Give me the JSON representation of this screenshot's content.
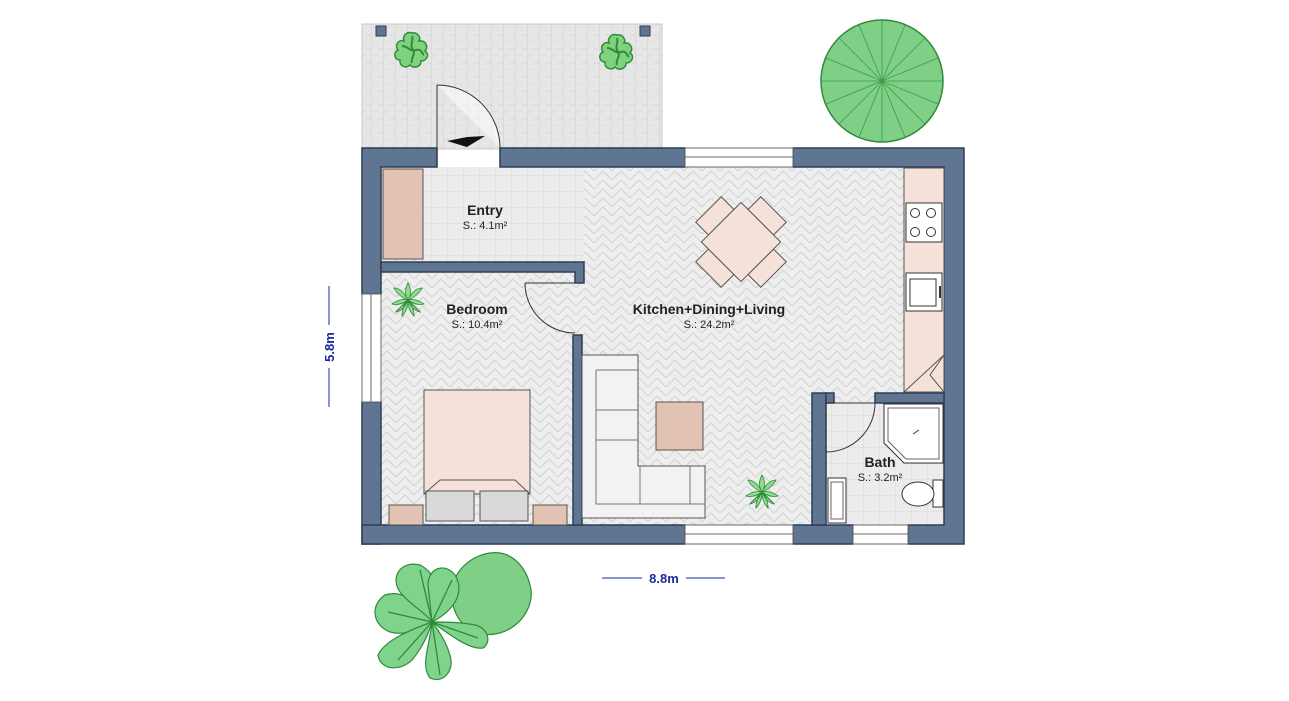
{
  "rooms": {
    "entry": {
      "name": "Entry",
      "area": "S.: 4.1m²"
    },
    "bedroom": {
      "name": "Bedroom",
      "area": "S.: 10.4m²"
    },
    "kitchen": {
      "name": "Kitchen+Dining+Living",
      "area": "S.: 24.2m²"
    },
    "bath": {
      "name": "Bath",
      "area": "S.: 3.2m²"
    }
  },
  "dimensions": {
    "width": "8.8m",
    "height": "5.8m"
  },
  "colors": {
    "wall": "#5f7592",
    "wall_edge": "#2c3e57",
    "floor_tile": "#ececec",
    "floor_line": "#d6d6d6",
    "furniture_pink": "#f5e1d9",
    "furniture_brown": "#e2c3b3",
    "plant": "#7fcf86",
    "plant_dark": "#2f8a3b",
    "dimension_text": "#1a2a9c"
  }
}
